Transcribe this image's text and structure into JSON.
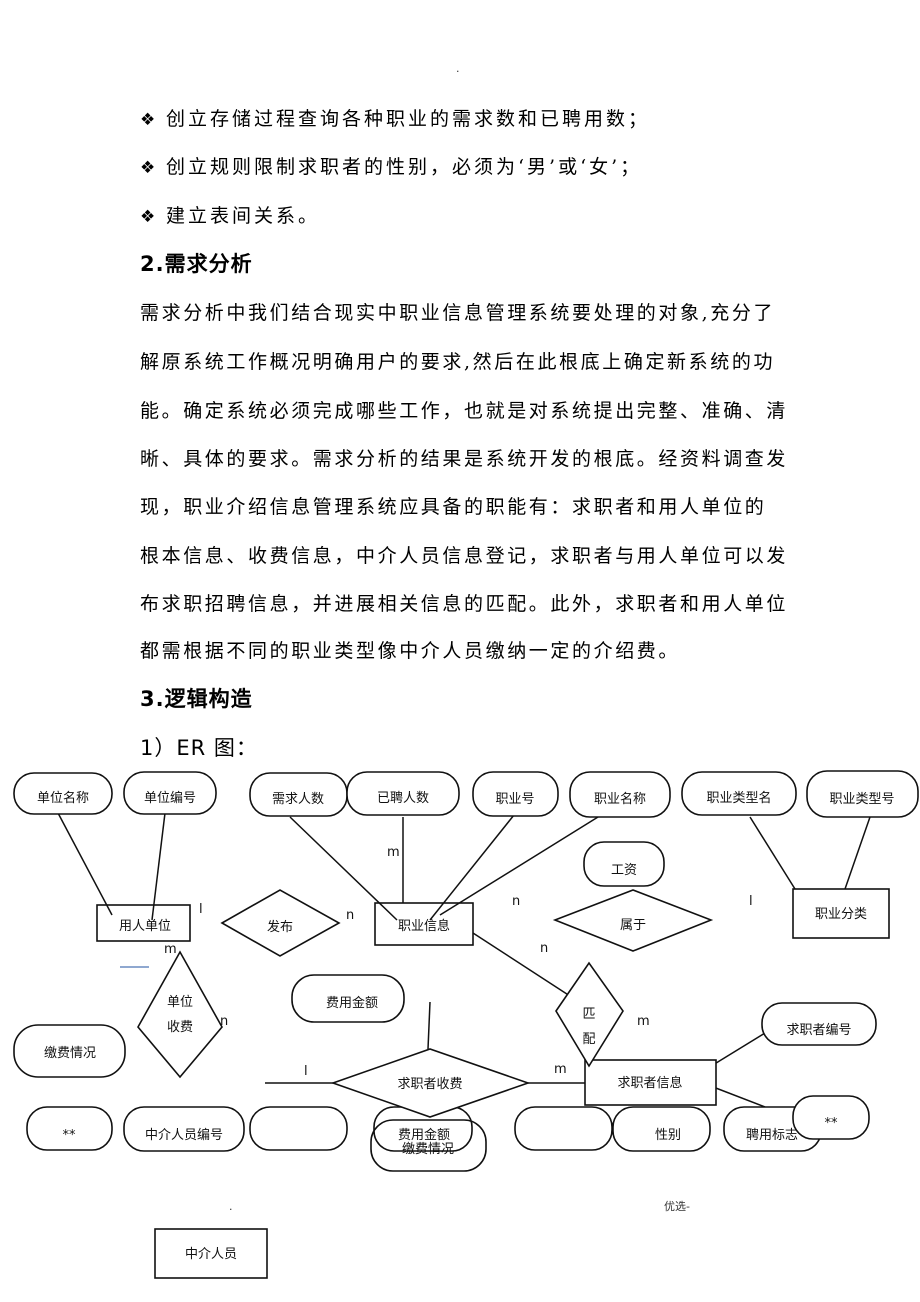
{
  "header_mark": ".",
  "bullets": [
    "创立存储过程查询各种职业的需求数和已聘用数；",
    "创立规则限制求职者的性别，必须为‘男’或‘女’；",
    "建立表间关系。"
  ],
  "bullet_symbol": "❖",
  "section2": {
    "title": "2.需求分析",
    "lines": [
      "需求分析中我们结合现实中职业信息管理系统要处理的对象,充分了",
      "解原系统工作概况明确用户的要求,然后在此根底上确定新系统的功",
      "能。确定系统必须完成哪些工作，也就是对系统提出完整、准确、清",
      "晰、具体的要求。需求分析的结果是系统开发的根底。经资料调查发",
      "现，职业介绍信息管理系统应具备的职能有：求职者和用人单位的",
      "根本信息、收费信息，中介人员信息登记，求职者与用人单位可以发",
      "布求职招聘信息，并进展相关信息的匹配。此外，求职者和用人单位",
      "都需根据不同的职业类型像中介人员缴纳一定的介绍费。"
    ]
  },
  "section3": {
    "title": "3.逻辑构造",
    "sub": "1）ER 图："
  },
  "er": {
    "attributes": {
      "unit_name": "单位名称",
      "unit_id": "单位编号",
      "demand_count": "需求人数",
      "hired_count": "已聘人数",
      "job_id": "职业号",
      "job_name": "职业名称",
      "job_type_name": "职业类型名",
      "job_type_id": "职业类型号",
      "salary": "工资",
      "fee_amount_1": "费用金额",
      "payment_status_1": "缴费情况",
      "seeker_id": "求职者编号",
      "star_1": "**",
      "agent_id": "中介人员编号",
      "fee_amount_2": "费用金额",
      "payment_status_2": "缴费情况",
      "gender": "性别",
      "hire_flag": "聘用标志",
      "star_2": "**"
    },
    "entities": {
      "employer": "用人单位",
      "job_info": "职业信息",
      "job_category": "职业分类",
      "seeker_info": "求职者信息",
      "agent": "中介人员"
    },
    "relations": {
      "publish": "发布",
      "belongs": "属于",
      "unit_fee": [
        "单位",
        "收费"
      ],
      "match": [
        "匹",
        "配"
      ],
      "seeker_fee": "求职者收费"
    },
    "cardinalities": {
      "c1": "l",
      "c2": "n",
      "c3": "m",
      "c4": "n",
      "c5": "l",
      "c6": "n",
      "c7": "m",
      "c8": "n",
      "c9": "m",
      "c10": "l",
      "c11": "m"
    }
  },
  "footer": {
    "dot": ".",
    "right": "优选-"
  }
}
